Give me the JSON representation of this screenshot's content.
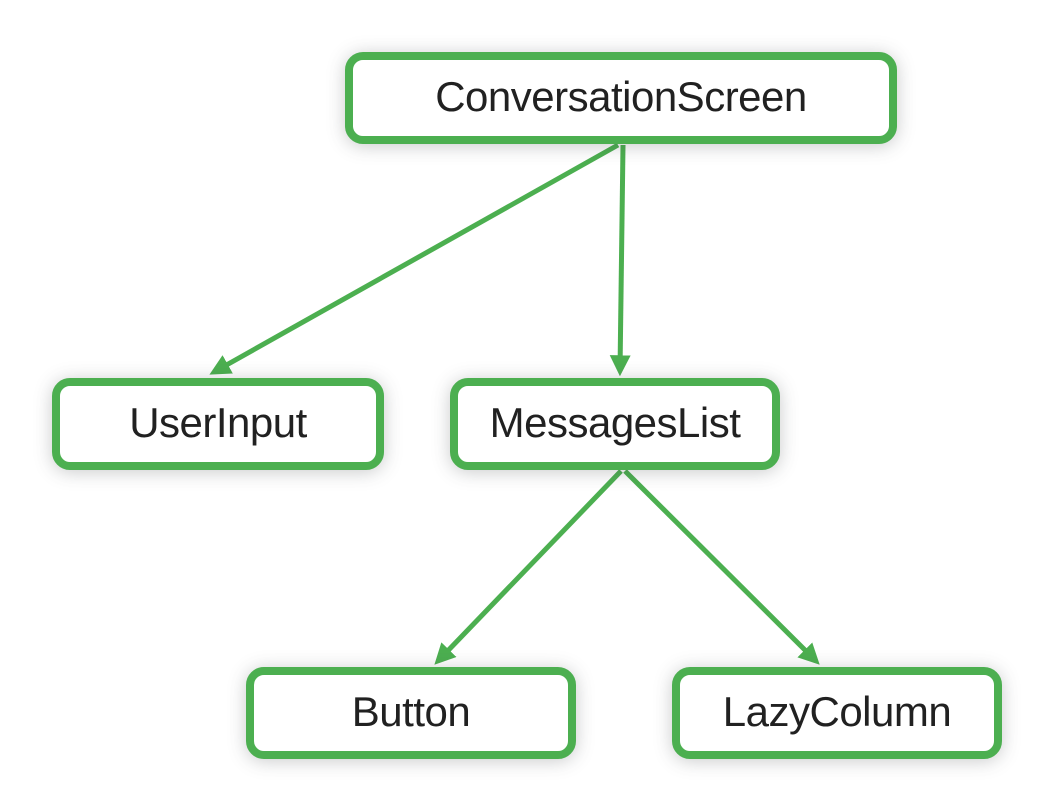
{
  "diagram": {
    "type": "tree",
    "background_color": "#ffffff",
    "node_border_color": "#4CAF50",
    "edge_color": "#4CAF50",
    "node_fill_color": "#ffffff",
    "node_text_color": "#212121",
    "nodes": [
      {
        "id": "conversation-screen",
        "label": "ConversationScreen"
      },
      {
        "id": "user-input",
        "label": "UserInput"
      },
      {
        "id": "messages-list",
        "label": "MessagesList"
      },
      {
        "id": "button",
        "label": "Button"
      },
      {
        "id": "lazy-column",
        "label": "LazyColumn"
      }
    ],
    "edges": [
      {
        "from": "ConversationScreen",
        "to": "UserInput"
      },
      {
        "from": "ConversationScreen",
        "to": "MessagesList"
      },
      {
        "from": "MessagesList",
        "to": "Button"
      },
      {
        "from": "MessagesList",
        "to": "LazyColumn"
      }
    ]
  }
}
